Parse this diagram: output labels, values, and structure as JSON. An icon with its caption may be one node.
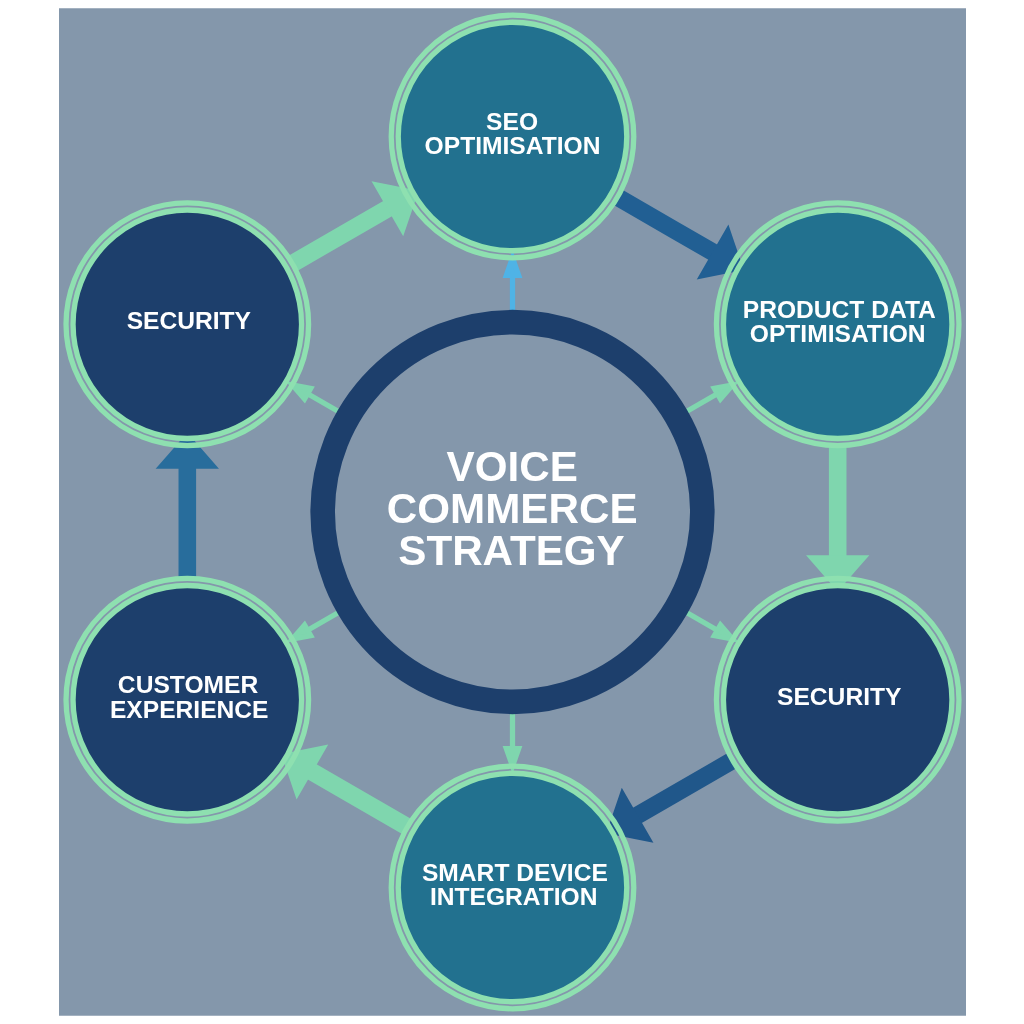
{
  "diagram": {
    "nodes": [
      {
        "text": [
          "SEO OPTIMISATION"
        ]
      },
      {
        "text": [
          "SECURITY"
        ]
      },
      {
        "text": [
          "PRODUCT DATA OPTIMISATION"
        ]
      },
      {
        "text": [
          "VOICE COMMERCE STRATEGY"
        ]
      },
      {
        "text": [
          "CUSTOMER EXPERIENCE"
        ]
      },
      {
        "text": [
          "SECURITY"
        ]
      },
      {
        "text": [
          "SMART DEVICE INTEGRATION"
        ]
      }
    ],
    "edges": [
      {
        "from": 3,
        "to": 0,
        "arrow": "to",
        "color": "#4fb3e6"
      },
      {
        "from": 3,
        "to": 1,
        "arrow": "to"
      },
      {
        "from": 3,
        "to": 2,
        "arrow": "to"
      },
      {
        "from": 3,
        "to": 4,
        "arrow": "to"
      },
      {
        "from": 3,
        "to": 5,
        "arrow": "to"
      },
      {
        "from": 3,
        "to": 6,
        "arrow": "to"
      },
      {
        "from": 0,
        "to": 2,
        "arrow": "to",
        "style": "thick",
        "color": "#215f93"
      },
      {
        "from": 2,
        "to": 5,
        "arrow": "to",
        "style": "thick"
      },
      {
        "from": 5,
        "to": 6,
        "arrow": "to",
        "style": "thick",
        "color": "#20578a"
      },
      {
        "from": 6,
        "to": 4,
        "arrow": "to",
        "style": "thick"
      },
      {
        "from": 4,
        "to": 1,
        "arrow": "to",
        "style": "thick",
        "color": "#286d9c"
      },
      {
        "from": 1,
        "to": 0,
        "arrow": "to",
        "style": "thick"
      }
    ]
  }
}
